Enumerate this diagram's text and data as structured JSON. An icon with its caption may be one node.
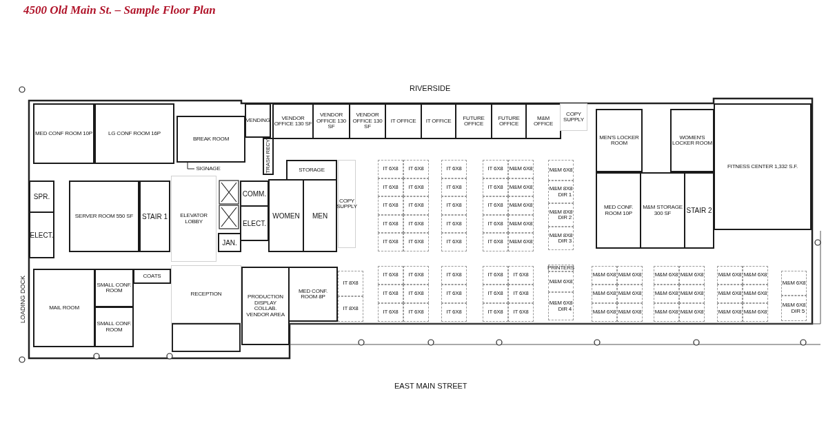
{
  "diagram": {
    "title": "4500 Old Main St. – Sample Floor Plan",
    "nodes": [
      {
        "text": [
          "MED CONF ROOM 10P"
        ]
      },
      {
        "text": [
          "LG CONF ROOM 16P"
        ]
      },
      {
        "text": [
          "BREAK ROOM"
        ]
      },
      {
        "text": [
          "VENDING"
        ]
      },
      {
        "text": [
          "TRASH RECY"
        ]
      },
      {
        "text": [
          "VENDOR OFFICE 130 SF"
        ]
      },
      {
        "text": [
          "VENDOR OFFICE 130 SF"
        ]
      },
      {
        "text": [
          "VENDOR OFFICE 130 SF"
        ]
      },
      {
        "text": [
          "IT OFFICE"
        ]
      },
      {
        "text": [
          "IT OFFICE"
        ]
      },
      {
        "text": [
          "FUTURE OFFICE"
        ]
      },
      {
        "text": [
          "FUTURE OFFICE"
        ]
      },
      {
        "text": [
          "M&M OFFICE"
        ]
      },
      {
        "text": [
          "COPY SUPPLY"
        ]
      },
      {
        "text": [
          "MEN'S LOCKER ROOM"
        ]
      },
      {
        "text": [
          "WOMEN'S LOCKER ROOM"
        ]
      },
      {
        "text": [
          "FITNESS CENTER 1,332 S.F."
        ]
      },
      {
        "text": [
          "SPR."
        ]
      },
      {
        "text": [
          "ELECT."
        ]
      },
      {
        "text": [
          "SERVER ROOM 550 SF"
        ]
      },
      {
        "text": [
          "STAIR 1"
        ]
      },
      {
        "text": [
          "ELEVATOR LOBBY"
        ]
      },
      {
        "text": [
          "COMM."
        ]
      },
      {
        "text": [
          "ELECT."
        ]
      },
      {
        "text": [
          "JAN."
        ]
      },
      {
        "text": [
          "STORAGE"
        ]
      },
      {
        "text": [
          "WOMEN"
        ]
      },
      {
        "text": [
          "MEN"
        ]
      },
      {
        "text": [
          "COPY SUPPLY"
        ]
      },
      {
        "text": [
          "IT 6X8"
        ]
      },
      {
        "text": [
          "IT 6X8"
        ]
      },
      {
        "text": [
          "IT 6X8"
        ]
      },
      {
        "text": [
          "IT 6X8"
        ]
      },
      {
        "text": [
          "M&M 6X8"
        ]
      },
      {
        "text": [
          "IT 6X8"
        ]
      },
      {
        "text": [
          "IT 6X8"
        ]
      },
      {
        "text": [
          "IT 6X8"
        ]
      },
      {
        "text": [
          "IT 6X8"
        ]
      },
      {
        "text": [
          "M&M 6X8"
        ]
      },
      {
        "text": [
          "IT 6X8"
        ]
      },
      {
        "text": [
          "IT 6X8"
        ]
      },
      {
        "text": [
          "IT 6X8"
        ]
      },
      {
        "text": [
          "IT 6X8"
        ]
      },
      {
        "text": [
          "M&M 6X8"
        ]
      },
      {
        "text": [
          "IT 6X8"
        ]
      },
      {
        "text": [
          "IT 6X8"
        ]
      },
      {
        "text": [
          "IT 6X8"
        ]
      },
      {
        "text": [
          "IT 6X8"
        ]
      },
      {
        "text": [
          "M&M 6X8"
        ]
      },
      {
        "text": [
          "IT 6X8"
        ]
      },
      {
        "text": [
          "IT 6X8"
        ]
      },
      {
        "text": [
          "IT 6X8"
        ]
      },
      {
        "text": [
          "IT 6X8"
        ]
      },
      {
        "text": [
          "M&M 6X8"
        ]
      },
      {
        "text": [
          "M&M 6X8"
        ]
      },
      {
        "text": [
          "M&M 8X8",
          "DIR 1"
        ]
      },
      {
        "text": [
          "M&M 8X8",
          "DIR 2"
        ]
      },
      {
        "text": [
          "M&M 8X8",
          "DIR 3"
        ]
      },
      {
        "text": [
          "MED CONF. ROOM 10P"
        ]
      },
      {
        "text": [
          "M&M STORAGE 300 SF"
        ]
      },
      {
        "text": [
          "STAIR 2"
        ]
      },
      {
        "text": [
          "MAIL ROOM"
        ]
      },
      {
        "text": [
          "SMALL CONF. ROOM"
        ]
      },
      {
        "text": [
          "COATS"
        ]
      },
      {
        "text": [
          "RECEPTION"
        ]
      },
      {
        "text": [
          "PRODUCTION DISPLAY COLLAB. VENDOR AREA"
        ]
      },
      {
        "text": [
          "MED CONF. ROOM 8P"
        ]
      },
      {
        "text": [
          "SMALL CONF. ROOM"
        ]
      },
      {
        "text": [
          "IT 8X8"
        ]
      },
      {
        "text": [
          "IT 8X8"
        ]
      },
      {
        "text": [
          "IT 6X8"
        ]
      },
      {
        "text": [
          "IT 6X8"
        ]
      },
      {
        "text": [
          "IT 6X8"
        ]
      },
      {
        "text": [
          "IT 6X8"
        ]
      },
      {
        "text": [
          "IT 6X8"
        ]
      },
      {
        "text": [
          "IT 6X8"
        ]
      },
      {
        "text": [
          "IT 6X8"
        ]
      },
      {
        "text": [
          "IT 6X8"
        ]
      },
      {
        "text": [
          "IT 6X8"
        ]
      },
      {
        "text": [
          "IT 6X8"
        ]
      },
      {
        "text": [
          "IT 6X8"
        ]
      },
      {
        "text": [
          "IT 6X8"
        ]
      },
      {
        "text": [
          "IT 6X8"
        ]
      },
      {
        "text": [
          "IT 6X8"
        ]
      },
      {
        "text": [
          "IT 6X8"
        ]
      },
      {
        "text": [
          "PRINTERS"
        ]
      },
      {
        "text": [
          "M&M 6X8"
        ]
      },
      {
        "text": [
          "M&M 6X8",
          "DIR 4"
        ]
      },
      {
        "text": [
          "M&M 6X8"
        ]
      },
      {
        "text": [
          "M&M 6X8"
        ]
      },
      {
        "text": [
          "M&M 6X8"
        ]
      },
      {
        "text": [
          "M&M 6X8"
        ]
      },
      {
        "text": [
          "M&M 6X8"
        ]
      },
      {
        "text": [
          "M&M 6X8"
        ]
      },
      {
        "text": [
          "M&M 6X8"
        ]
      },
      {
        "text": [
          "M&M 6X8"
        ]
      },
      {
        "text": [
          "M&M 6X8"
        ]
      },
      {
        "text": [
          "M&M 6X8"
        ]
      },
      {
        "text": [
          "M&M 6X8"
        ]
      },
      {
        "text": [
          "M&M 6X8"
        ]
      },
      {
        "text": [
          "M&M 6X8"
        ]
      },
      {
        "text": [
          "M&M 6X8"
        ]
      },
      {
        "text": [
          "M&M 6X8"
        ]
      },
      {
        "text": [
          "M&M 6X8"
        ]
      },
      {
        "text": [
          "M&M 6X8"
        ]
      },
      {
        "text": [
          "M&M 6X8"
        ]
      },
      {
        "text": [
          "M&M 6X8"
        ]
      },
      {
        "text": [
          "M&M 6X8",
          "DIR 5"
        ]
      },
      {
        "text": [
          "SIGNAGE"
        ]
      }
    ],
    "edges": [
      {
        "from": 108,
        "to": 2,
        "arrow": "none"
      }
    ],
    "labels": [
      "RIVERSIDE",
      "LOADING DOCK",
      "EAST MAIN STREET"
    ]
  }
}
